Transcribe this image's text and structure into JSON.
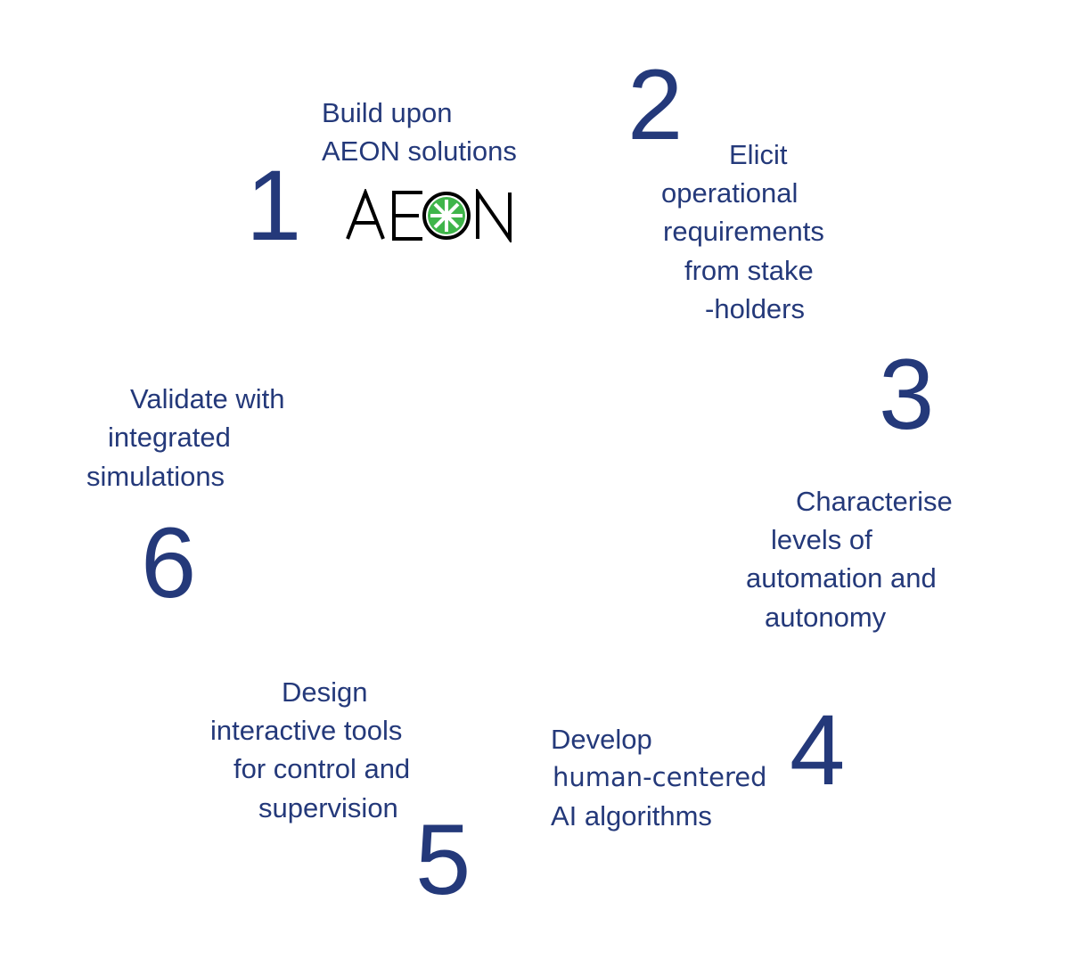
{
  "steps": [
    {
      "number": "1",
      "lines": [
        "Build upon",
        "AEON solutions"
      ],
      "logo": "AEON"
    },
    {
      "number": "2",
      "lines": [
        "Elicit",
        "operational",
        "requirements",
        "from stake",
        "-holders"
      ]
    },
    {
      "number": "3",
      "lines": [
        "Characterise",
        "levels of",
        "automation and",
        "autonomy"
      ]
    },
    {
      "number": "4",
      "lines": [
        "Develop",
        "human-centered",
        "AI algorithms"
      ]
    },
    {
      "number": "5",
      "lines": [
        "Design",
        "interactive tools",
        "for control and",
        "supervision"
      ]
    },
    {
      "number": "6",
      "lines": [
        "Validate with",
        "integrated",
        "simulations"
      ]
    }
  ],
  "colors": {
    "text": "#24397a",
    "logo_green": "#3fb54a",
    "logo_black": "#000000"
  }
}
